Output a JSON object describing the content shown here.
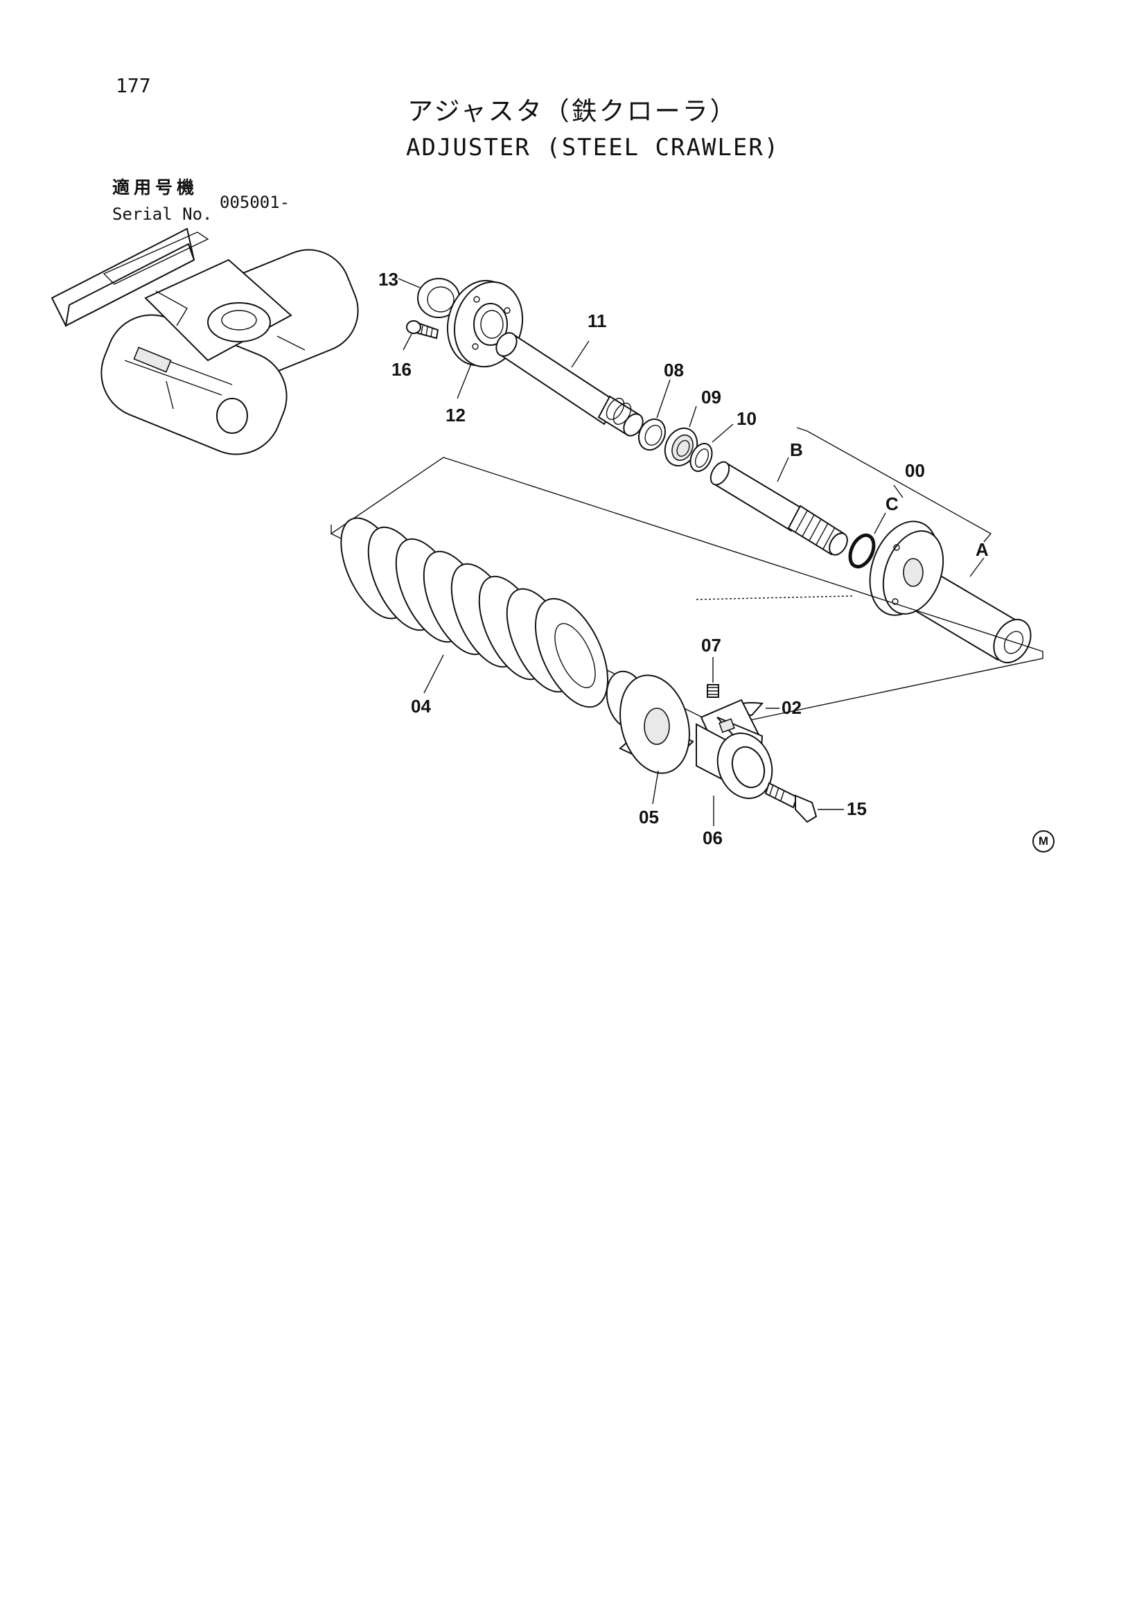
{
  "header": {
    "page_number": "177",
    "title_jp": "アジャスタ（鉄クローラ）",
    "title_en": "ADJUSTER (STEEL CRAWLER)"
  },
  "serial": {
    "label_jp": "適用号機",
    "label_en": "Serial No.",
    "value": "005001-"
  },
  "callouts": {
    "p13": "13",
    "p16": "16",
    "p12": "12",
    "p11": "11",
    "p08": "08",
    "p09": "09",
    "p10": "10",
    "pB": "B",
    "p00": "00",
    "pC": "C",
    "pA": "A",
    "p04": "04",
    "p07": "07",
    "p02": "02",
    "p05": "05",
    "p06": "06",
    "p15": "15"
  },
  "footer": {
    "mark": "M"
  }
}
